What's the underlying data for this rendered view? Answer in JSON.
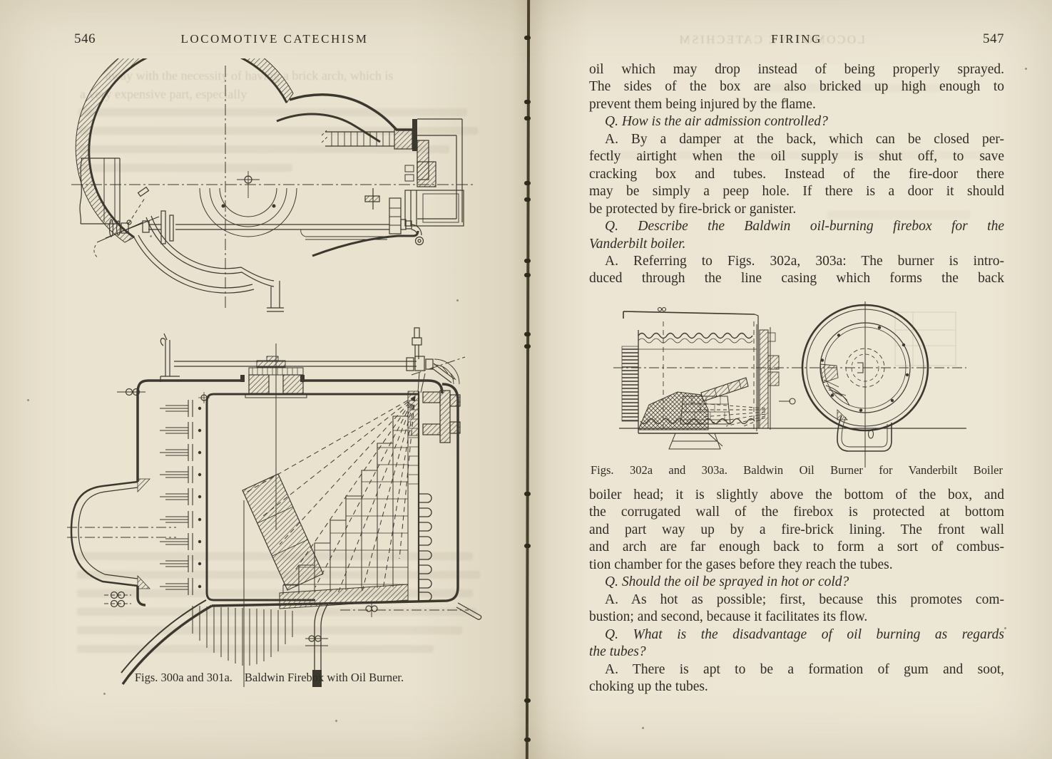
{
  "colors": {
    "paper": "#e9e2cf",
    "ink": "#2e2c25",
    "drawing_line": "#3b382f"
  },
  "left_page": {
    "page_number": "546",
    "running_title": "LOCOMOTIVE CATECHISM",
    "figure_caption": {
      "prefix": "Figs. 300a and 301a.",
      "text": "Baldwin Firebox with Oil Burner."
    },
    "figure_name": "Baldwin Firebox with Oil Burner cross-section drawings",
    "ghost_lines": [
      "away with the necessity of having a brick arch, which is",
      "a very expensive part, especially"
    ]
  },
  "right_page": {
    "page_number": "547",
    "running_title": "FIRING",
    "ghost_title": "LOCOMOTIVE CATECHISM",
    "figure_caption": {
      "prefix": "Figs. 302a and 303a.",
      "text": "Baldwin Oil Burner for Vanderbilt Boiler"
    },
    "figure_name": "Baldwin Oil Burner for Vanderbilt Boiler drawings",
    "content_top": [
      {
        "type": "paragraph",
        "lines": [
          {
            "t": "oil which may drop instead of being properly sprayed.",
            "j": 1
          },
          {
            "t": "The sides of the box are also bricked up high enough to",
            "j": 1
          },
          {
            "t": "prevent them being injured by the flame."
          }
        ]
      },
      {
        "type": "question",
        "lines": [
          {
            "t": "Q. How is the air admission controlled?",
            "i": 1,
            "ind": 1
          }
        ]
      },
      {
        "type": "answer",
        "lines": [
          {
            "t": "A. By a damper at the back, which can be closed per-",
            "j": 1,
            "ind": 1
          },
          {
            "t": "fectly airtight when the oil supply is shut off, to save",
            "j": 1
          },
          {
            "t": "cracking box and tubes.  Instead of the fire-door there",
            "j": 1
          },
          {
            "t": "may be simply a peep hole.  If there is a door it should",
            "j": 1
          },
          {
            "t": "be protected by fire-brick or ganister."
          }
        ]
      },
      {
        "type": "question",
        "lines": [
          {
            "t": "Q. Describe the Baldwin oil-burning firebox for the",
            "i": 1,
            "ind": 1,
            "j": 1
          },
          {
            "t": "Vanderbilt boiler.",
            "i": 1
          }
        ]
      },
      {
        "type": "answer",
        "lines": [
          {
            "t": "A. Referring to Figs. 302a, 303a: The burner is intro-",
            "j": 1,
            "ind": 1
          },
          {
            "t": "duced through the line casing which forms the back",
            "j": 1
          }
        ]
      }
    ],
    "content_bottom": [
      {
        "type": "paragraph",
        "lines": [
          {
            "t": "boiler head; it is slightly above the bottom of the box, and",
            "j": 1
          },
          {
            "t": "the corrugated wall of the firebox is protected at bottom",
            "j": 1
          },
          {
            "t": "and part way up by a fire-brick lining.  The front wall",
            "j": 1
          },
          {
            "t": "and arch are far enough back to form a sort of combus-",
            "j": 1
          },
          {
            "t": "tion chamber for the gases before they reach the tubes."
          }
        ]
      },
      {
        "type": "question",
        "lines": [
          {
            "t": "Q. Should the oil be sprayed in hot or cold?",
            "i": 1,
            "ind": 1
          }
        ]
      },
      {
        "type": "answer",
        "lines": [
          {
            "t": "A. As hot as possible; first, because this promotes com-",
            "j": 1,
            "ind": 1
          },
          {
            "t": "bustion; and second, because it facilitates its flow."
          }
        ]
      },
      {
        "type": "question",
        "lines": [
          {
            "t": "Q. What is the disadvantage of oil burning as regards",
            "i": 1,
            "ind": 1,
            "j": 1
          },
          {
            "t": "the tubes?",
            "i": 1
          }
        ]
      },
      {
        "type": "answer",
        "lines": [
          {
            "t": "A. There is apt to be a formation of gum and soot,",
            "j": 1,
            "ind": 1
          },
          {
            "t": "choking up the tubes."
          }
        ]
      }
    ]
  }
}
